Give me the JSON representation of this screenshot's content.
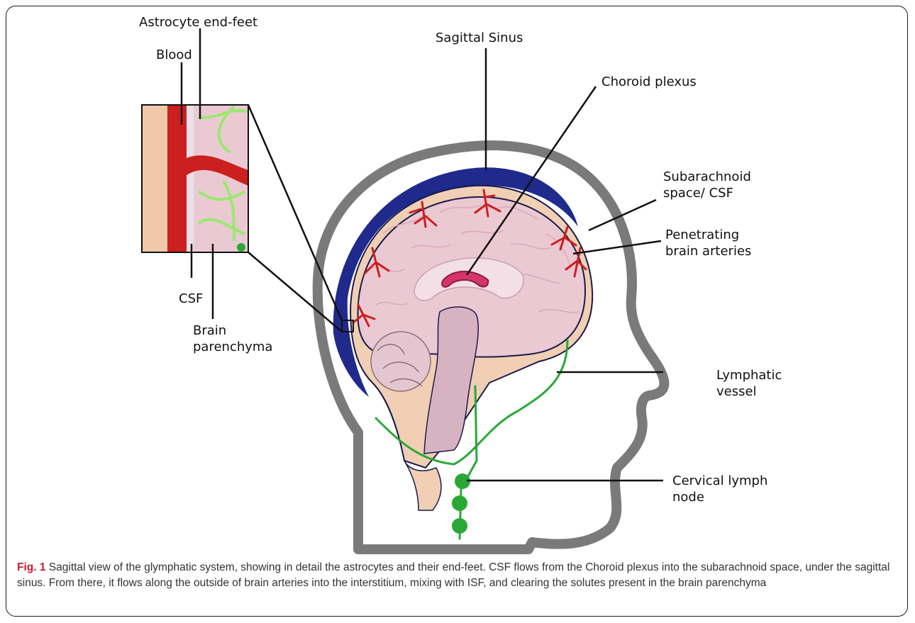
{
  "labels": {
    "astrocyte_endfeet": "Astrocyte end-feet",
    "blood": "Blood",
    "csf": "CSF",
    "brain_parenchyma": "Brain\nparenchyma",
    "sagittal_sinus": "Sagittal Sinus",
    "choroid_plexus": "Choroid plexus",
    "subarachnoid_space": "Subarachnoid\nspace/ CSF",
    "penetrating_arteries": "Penetrating\nbrain arteries",
    "lymphatic_vessel": "Lymphatic\nvessel",
    "cervical_lymph_node": "Cervical lymph\nnode"
  },
  "caption": {
    "fig_label": "Fig. 1",
    "text": "Sagittal view of the glymphatic system, showing in detail the astrocytes and their end-feet. CSF flows from the Choroid plexus into the subarachnoid space, under the sagittal sinus. From there, it flows along the outside of brain arteries into the interstitium, mixing with ISF, and clearing the solutes present in the brain parenchyma"
  },
  "colors": {
    "head_outline": "#7a7a7a",
    "sinus": "#1f2a8c",
    "brain": "#ebc9d3",
    "blood": "#cc1f1f",
    "lymph": "#2aa836",
    "skin": "#f1c8a8"
  }
}
